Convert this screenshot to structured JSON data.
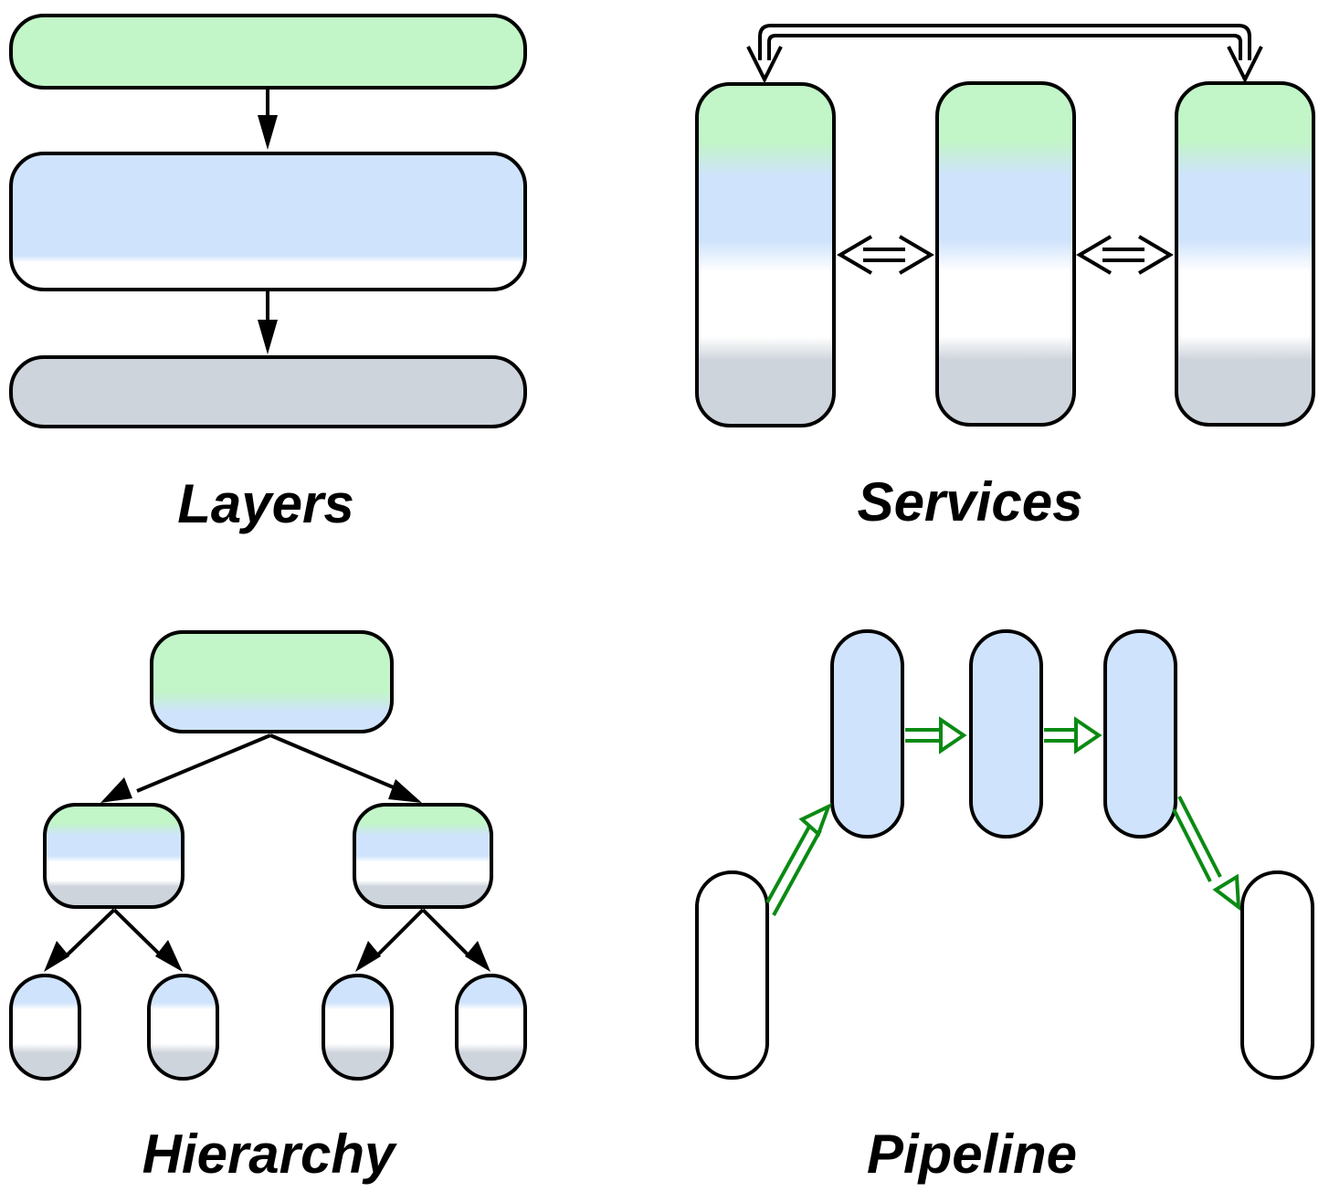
{
  "colors": {
    "green": "#c2f5c7",
    "blue": "#cfe3fc",
    "white": "#ffffff",
    "gray": "#cdd4dc",
    "stroke": "#000000",
    "pipeline_arrow": "#0a8a13"
  },
  "panels": [
    {
      "id": "layers",
      "label": "Layers",
      "description": "Three stacked horizontal layers connected top-to-bottom by arrows",
      "nodes": [
        {
          "id": "layer-top",
          "fill": "green"
        },
        {
          "id": "layer-middle",
          "fill": "blue-to-white"
        },
        {
          "id": "layer-bottom",
          "fill": "gray"
        }
      ],
      "edges": [
        {
          "from": "layer-top",
          "to": "layer-middle",
          "style": "solid-arrow"
        },
        {
          "from": "layer-middle",
          "to": "layer-bottom",
          "style": "solid-arrow"
        }
      ]
    },
    {
      "id": "services",
      "label": "Services",
      "description": "Three vertical services with bidirectional links between neighbours and a bidirectional link between the outer two",
      "nodes": [
        {
          "id": "service-1",
          "fill": "green-blue-white-gray"
        },
        {
          "id": "service-2",
          "fill": "green-blue-white-gray"
        },
        {
          "id": "service-3",
          "fill": "green-blue-white-gray"
        }
      ],
      "edges": [
        {
          "from": "service-1",
          "to": "service-2",
          "style": "double-line-bidirectional"
        },
        {
          "from": "service-2",
          "to": "service-3",
          "style": "double-line-bidirectional"
        },
        {
          "from": "service-1",
          "to": "service-3",
          "style": "double-line-bidirectional-over-top"
        }
      ]
    },
    {
      "id": "hierarchy",
      "label": "Hierarchy",
      "description": "Binary tree: one root, two children, four grandchildren",
      "nodes": [
        {
          "id": "root",
          "fill": "green-blue"
        },
        {
          "id": "child-left",
          "fill": "green-blue-white-gray"
        },
        {
          "id": "child-right",
          "fill": "green-blue-white-gray"
        },
        {
          "id": "leaf-1",
          "fill": "blue-white-gray"
        },
        {
          "id": "leaf-2",
          "fill": "blue-white-gray"
        },
        {
          "id": "leaf-3",
          "fill": "blue-white-gray"
        },
        {
          "id": "leaf-4",
          "fill": "blue-white-gray"
        }
      ],
      "edges": [
        {
          "from": "root",
          "to": "child-left"
        },
        {
          "from": "root",
          "to": "child-right"
        },
        {
          "from": "child-left",
          "to": "leaf-1"
        },
        {
          "from": "child-left",
          "to": "leaf-2"
        },
        {
          "from": "child-right",
          "to": "leaf-3"
        },
        {
          "from": "child-right",
          "to": "leaf-4"
        }
      ]
    },
    {
      "id": "pipeline",
      "label": "Pipeline",
      "description": "Input stage feeds three processing stages in sequence, then output stage",
      "nodes": [
        {
          "id": "input",
          "fill": "white"
        },
        {
          "id": "stage-1",
          "fill": "blue"
        },
        {
          "id": "stage-2",
          "fill": "blue"
        },
        {
          "id": "stage-3",
          "fill": "blue"
        },
        {
          "id": "output",
          "fill": "white"
        }
      ],
      "edges": [
        {
          "from": "input",
          "to": "stage-1",
          "style": "green-double-line-arrow"
        },
        {
          "from": "stage-1",
          "to": "stage-2",
          "style": "green-double-line-arrow"
        },
        {
          "from": "stage-2",
          "to": "stage-3",
          "style": "green-double-line-arrow"
        },
        {
          "from": "stage-3",
          "to": "output",
          "style": "green-double-line-arrow"
        }
      ]
    }
  ]
}
